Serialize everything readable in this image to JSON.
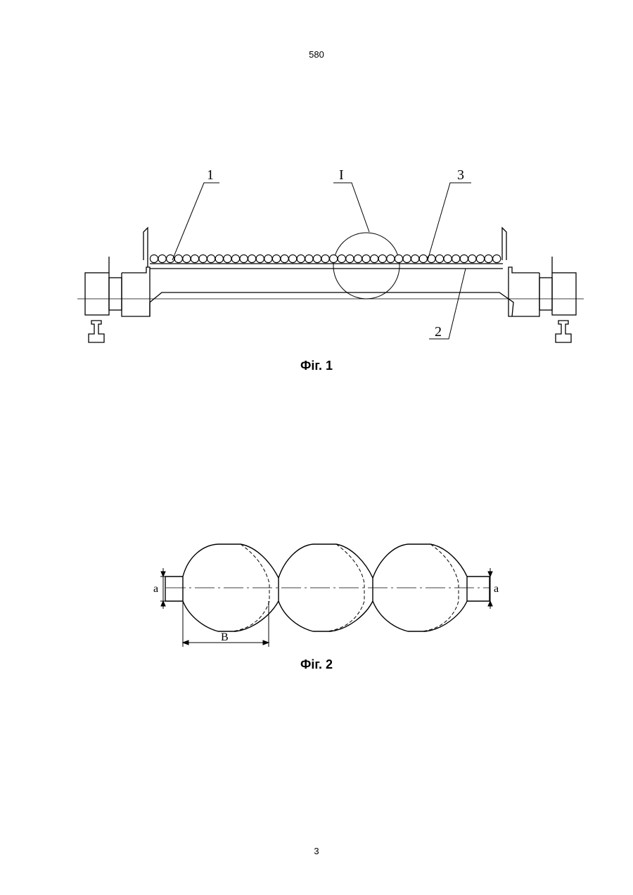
{
  "page": {
    "header_number": "580",
    "footer_number": "3"
  },
  "figure1": {
    "caption": "Фіг. 1",
    "labels": {
      "callout_1": "1",
      "callout_I": "I",
      "callout_3": "3",
      "callout_2": "2"
    }
  },
  "figure2": {
    "caption": "Фіг. 2",
    "labels": {
      "dim_a_left": "a",
      "dim_a_right": "a",
      "dim_B": "B"
    }
  }
}
